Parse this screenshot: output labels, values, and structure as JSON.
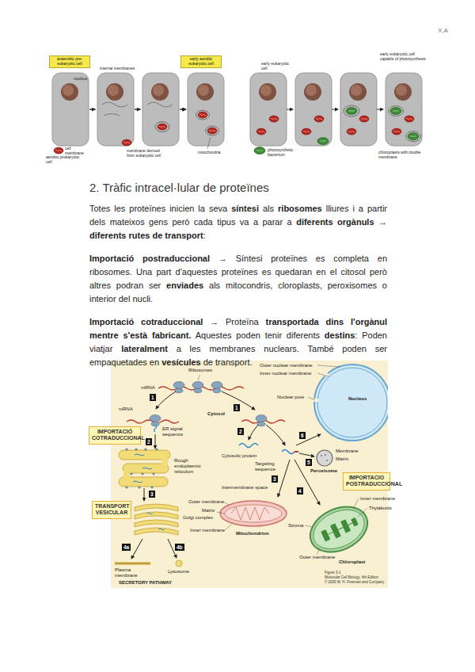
{
  "diagram": {
    "title": "2. Tràfic intracel·lular de proteïnes",
    "nodes": [
      {
        "text": [
          "anaerobic pre-eukaryotic cell"
        ]
      },
      {
        "text": [
          "early aerobic eukaryotic cell"
        ]
      },
      {
        "text": [
          "IMPORTACIÓ COTRADUCCIONAL"
        ]
      },
      {
        "text": [
          "TRANSPORT VESICULAR"
        ]
      },
      {
        "text": [
          "IMPORTACIO POSTRADUCCIONAL"
        ]
      }
    ],
    "labels": [
      "X.A",
      "nucleus",
      "internal membranes",
      "cell membrane",
      "aerobic prokaryotic cell",
      "membrane derived from eukaryotic cell",
      "mitochondria",
      "early eukaryotic cell",
      "early eukaryotic cell capable of photosynthesis",
      "photosynthetic bacterium",
      "chloroplasts with double membrane",
      "Totes les proteïnes inicien la seva",
      "síntesi",
      "als",
      "ribosomes",
      "lliures i a partir dels mateixos gens però cada tipus va a parar a",
      "diferents orgànuls → diferents rutes de transport",
      ":",
      "Importació postraduccional",
      "→ Síntesi proteïnes es completa en ribosomes. Una part d'aquestes proteïnes es quedaran en el citosol però altres podran ser",
      "enviades",
      "als mitocondris, cloroplasts, peroxisomes o interior del nucli.",
      "Importació cotraduccional",
      "→ Proteïna",
      "transportada dins l'orgànul mentre s'està fabricant.",
      "Aquestes poden tenir diferents",
      "destins",
      ": Poden viatjar",
      "lateralment",
      "a les membranes nuclears. També poden ser empaquetades en",
      "vesícules",
      "de transport.",
      "mRNA",
      "Ribosomes",
      "1",
      "1",
      "mRNA",
      "ER signal sequence",
      "Cytosol",
      "2",
      "Rough endoplasmic reticulum",
      "3",
      "Golgi complex",
      "4a",
      "4b",
      "Plasma membrane",
      "Lysosome",
      "SECRETORY PATHWAY",
      "2",
      "Cytosolic protein",
      "Targeting sequence",
      "Outer nuclear membrane",
      "Inner nuclear membrane",
      "Nuclear pore",
      "Nucleus",
      "6",
      "5",
      "Membrane",
      "Matrix",
      "Peroxisome",
      "3",
      "Outer membrane",
      "Intermembrane space",
      "Matrix",
      "Inner membrane",
      "Mitochondrion",
      "4",
      "Inner membrane",
      "Thylakoids",
      "Stroma",
      "Outer membrane",
      "Chloroplast",
      "Figure 3-1",
      "Molecular Cell Biology, 4th Edition",
      "© 2000 W. H. Freeman and Company"
    ]
  }
}
